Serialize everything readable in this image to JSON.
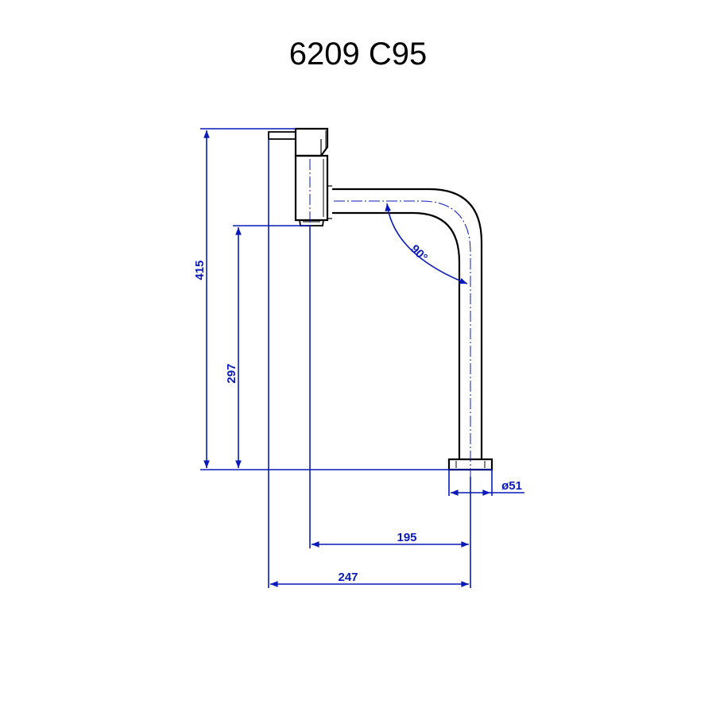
{
  "title": "6209 C95",
  "colors": {
    "outline": "#000000",
    "dimension": "#0a1ab8",
    "background": "#ffffff"
  },
  "dimensions": {
    "total_height": "415",
    "spout_height": "297",
    "spout_reach": "195",
    "total_depth": "247",
    "base_diameter": "ø51",
    "bend_angle": "90°"
  }
}
